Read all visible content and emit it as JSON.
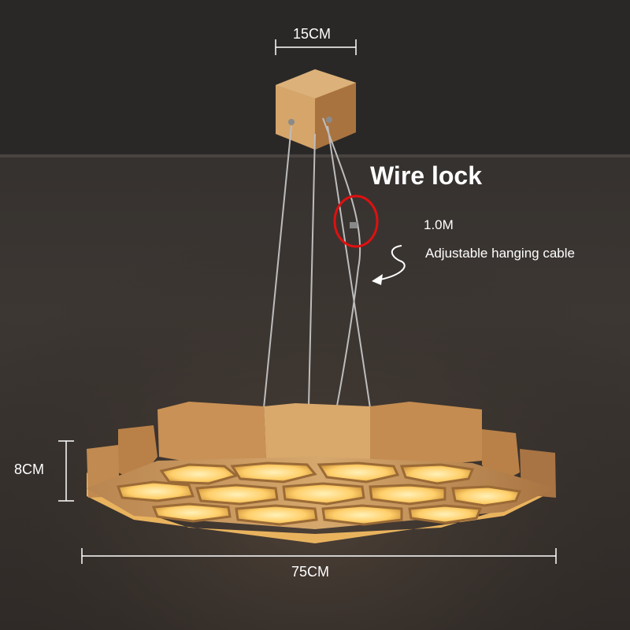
{
  "labels": {
    "top_width": "15CM",
    "wire_lock": "Wire lock",
    "cable_length": "1.0M",
    "cable_desc": "Adjustable hanging cable",
    "height": "8CM",
    "bottom_width": "75CM"
  },
  "colors": {
    "ceiling": "#2b2b2b",
    "wall": "#3a3532",
    "wood": "#c8955a",
    "wood_dark": "#9c6c3a",
    "glow": "#ffd37a",
    "annotation_red": "#e01010",
    "text": "#ffffff"
  }
}
